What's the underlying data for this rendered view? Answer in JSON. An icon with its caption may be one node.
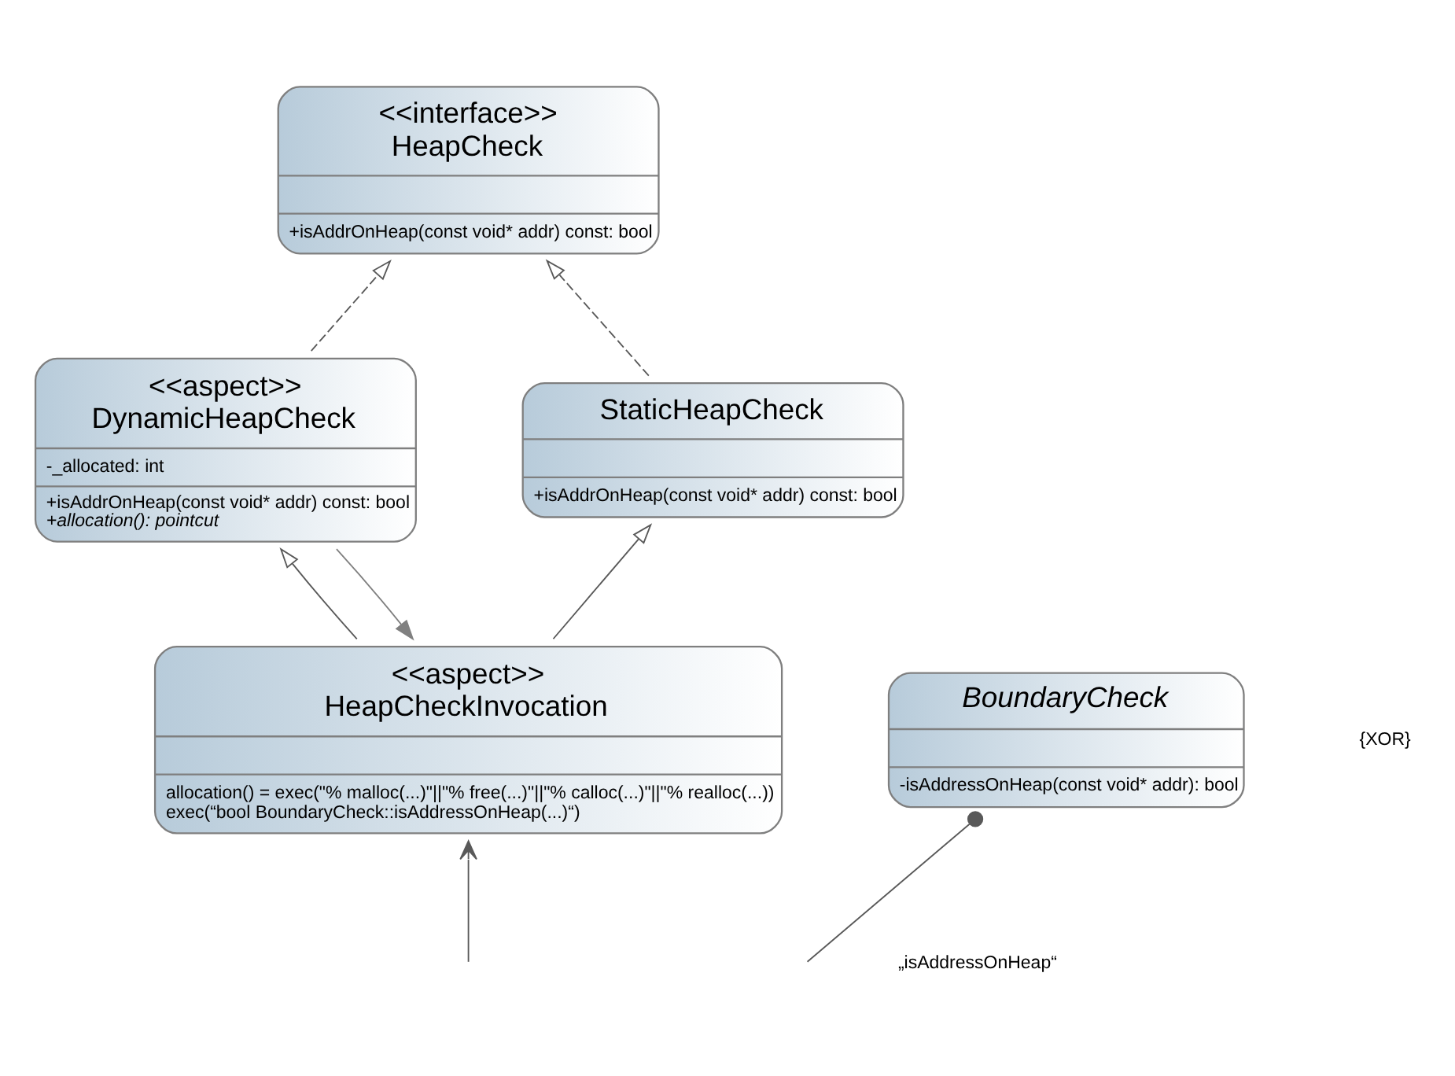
{
  "diagram": {
    "nodes": [
      {
        "text": [
          "<<interface>>",
          "HeapCheck",
          "+isAddrOnHeap(const void* addr) const: bool"
        ]
      },
      {
        "text": [
          "StaticHeapCheck",
          "+isAddrOnHeap(const void* addr) const: bool"
        ]
      },
      {
        "text": [
          "<<aspect>>",
          "DynamicHeapCheck",
          "-_allocated: int",
          "+isAddrOnHeap(const void* addr) const: bool",
          "+allocation(): pointcut"
        ]
      },
      {
        "text": [
          "BoundaryCheck",
          "-isAddressOnHeap(const void* addr): bool"
        ]
      },
      {
        "text": [
          "<<aspect>>",
          "HeapCheckInvocation",
          "allocation() = exec(\"% malloc(...)\"||\"% free(...)\"||\"% calloc(...)\"||\"% realloc(...))",
          "exec(“bool BoundaryCheck::isAddressOnHeap(...)“)"
        ]
      }
    ],
    "edges": [
      {
        "from": 1,
        "to": 0,
        "arrow": "to",
        "style": "dashed"
      },
      {
        "from": 2,
        "to": 0,
        "arrow": "to",
        "style": "dashed"
      },
      {
        "from": 4,
        "to": 1,
        "arrow": "to"
      },
      {
        "from": 4,
        "to": 2,
        "arrow": "to"
      },
      {
        "from": 2,
        "to": 4,
        "arrow": "to",
        "color": "#808080"
      },
      {
        "from": 3,
        "to": null,
        "arrow": "other"
      },
      {
        "from": null,
        "to": 4,
        "arrow": "to"
      }
    ],
    "labels": [
      "{XOR}",
      "„isAddressOnHeap“"
    ]
  }
}
